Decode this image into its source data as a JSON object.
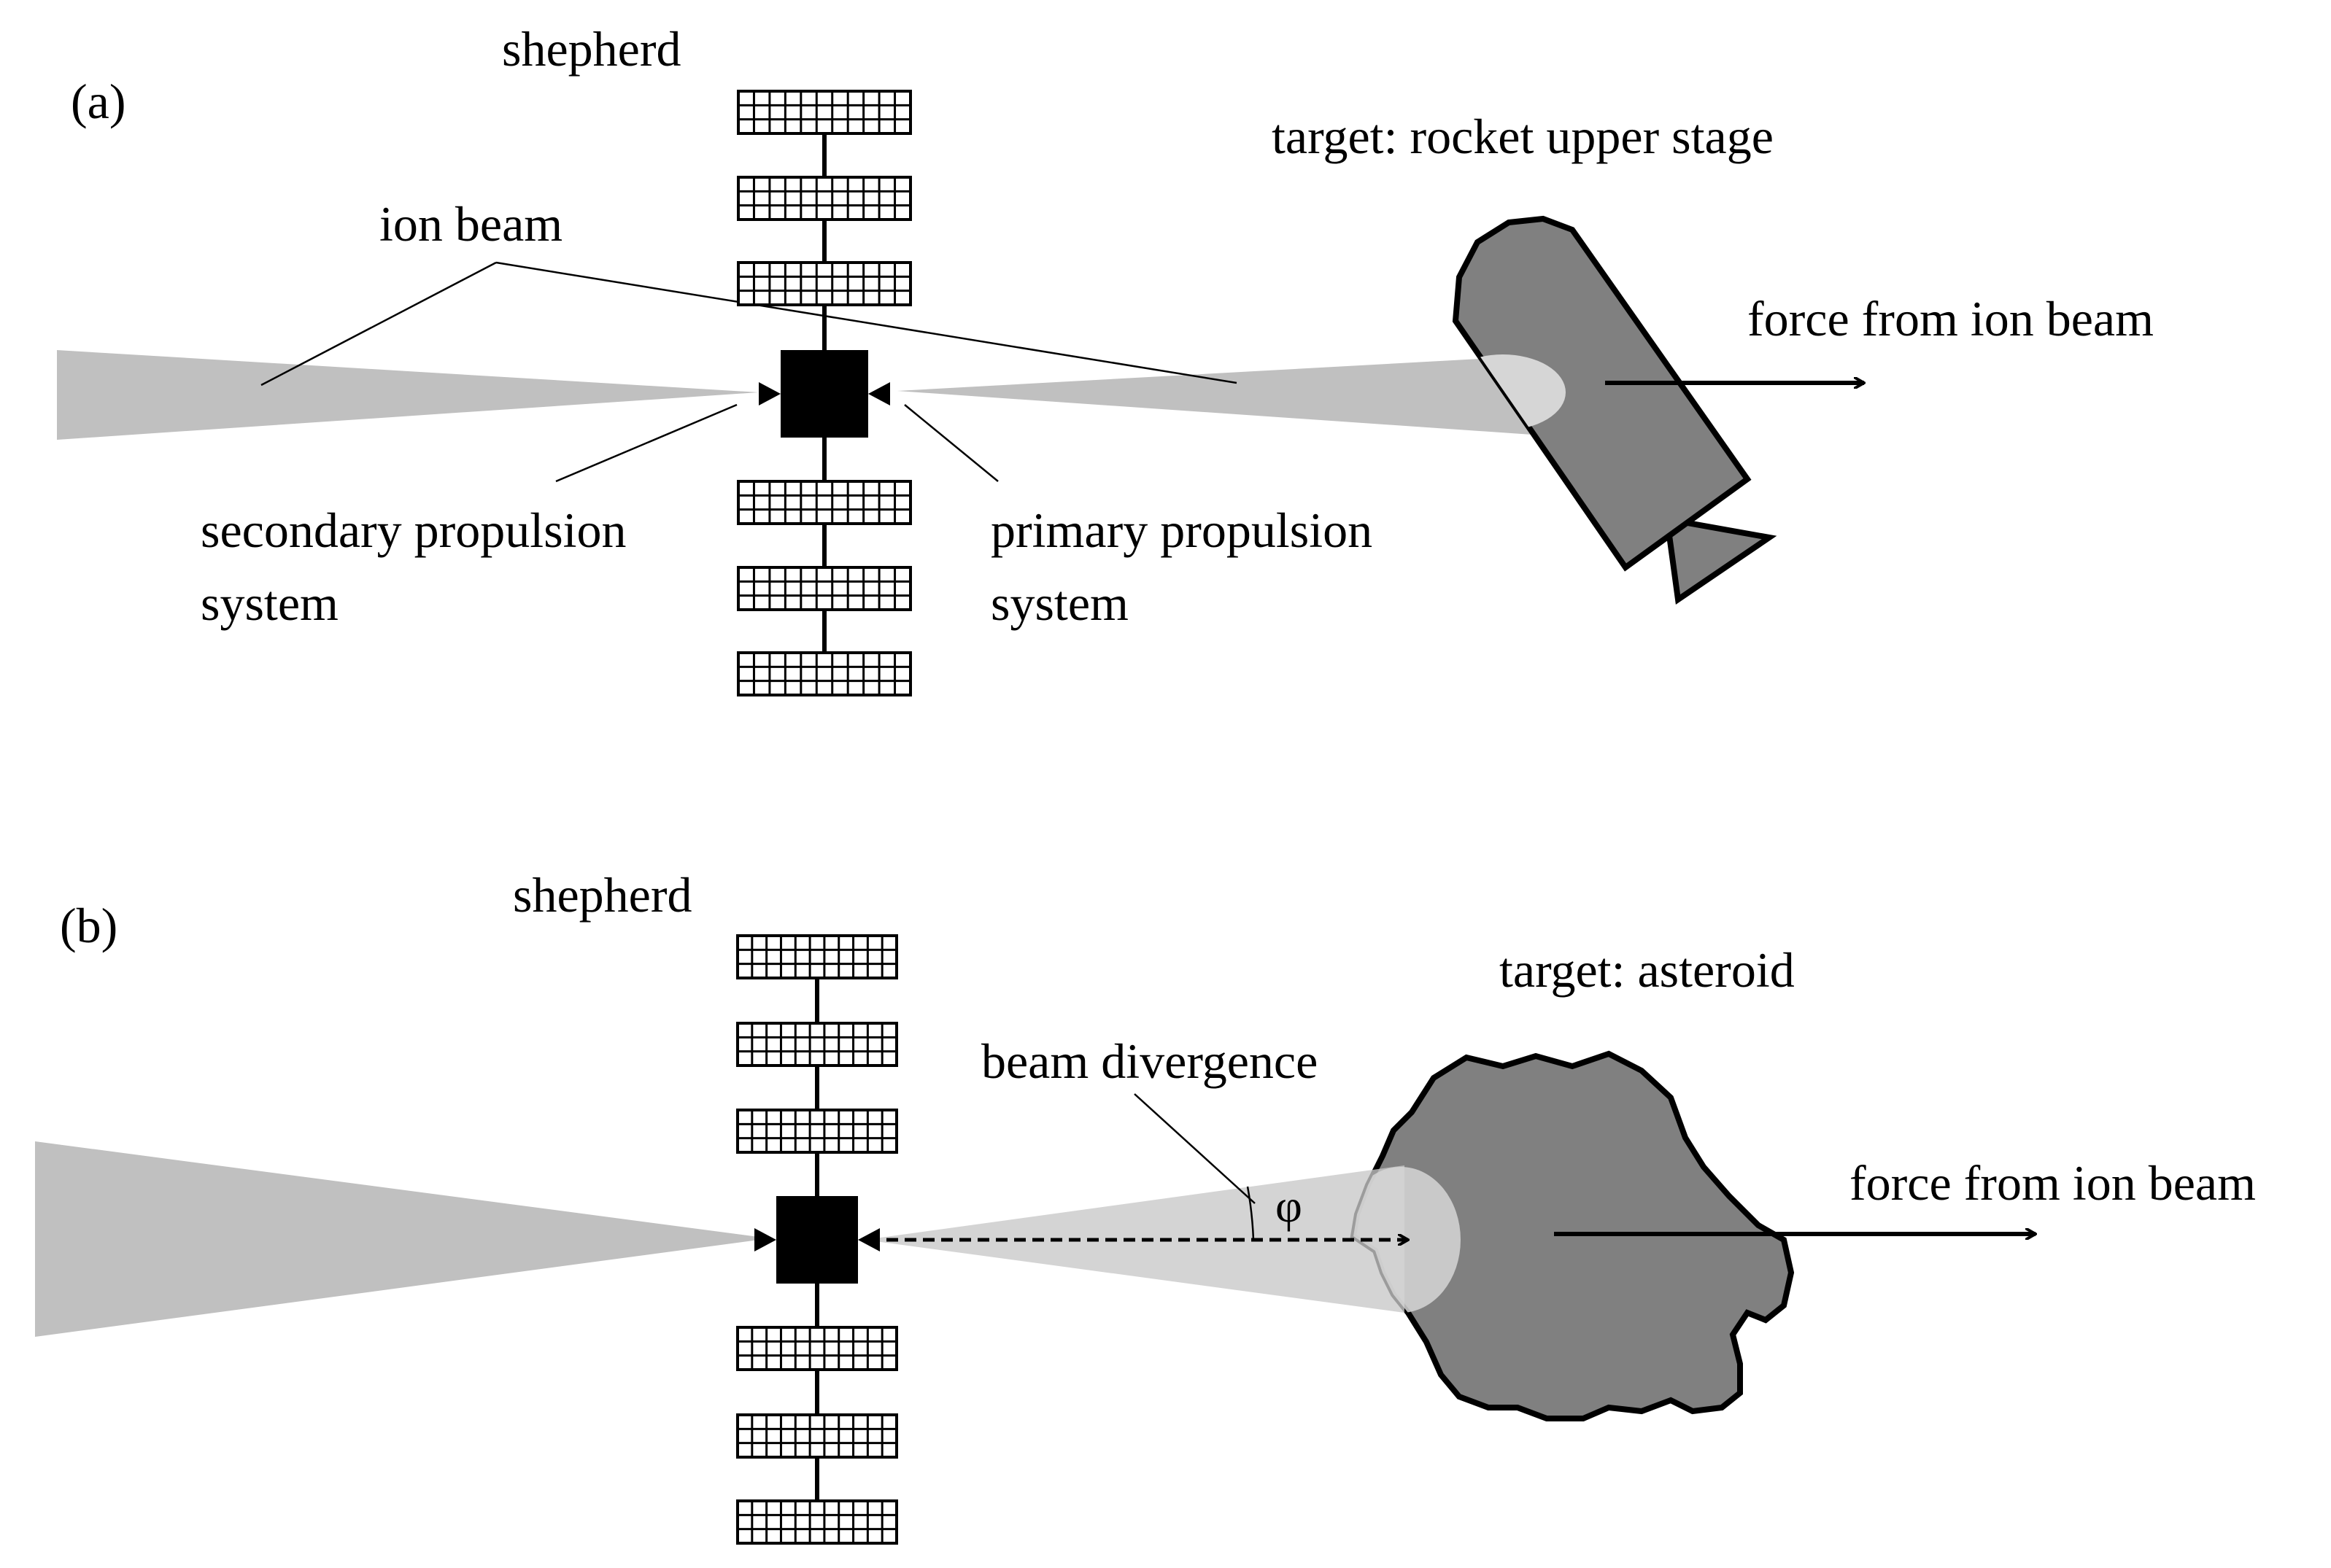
{
  "colors": {
    "beam": "#c0c0c0",
    "beam_hot": "#d6d6d6",
    "target": "#808080",
    "craft": "#000000"
  },
  "panel_a": {
    "tag": "(a)",
    "shepherd": "shepherd",
    "ion_beam": "ion beam",
    "target": "target: rocket upper stage",
    "force": "force from ion beam",
    "secondary_line1": "secondary propulsion",
    "secondary_line2": "system",
    "primary_line1": "primary propulsion",
    "primary_line2": "system"
  },
  "panel_b": {
    "tag": "(b)",
    "shepherd": "shepherd",
    "target": "target: asteroid",
    "divergence": "beam divergence",
    "phi": "φ",
    "force": "force from ion beam"
  }
}
